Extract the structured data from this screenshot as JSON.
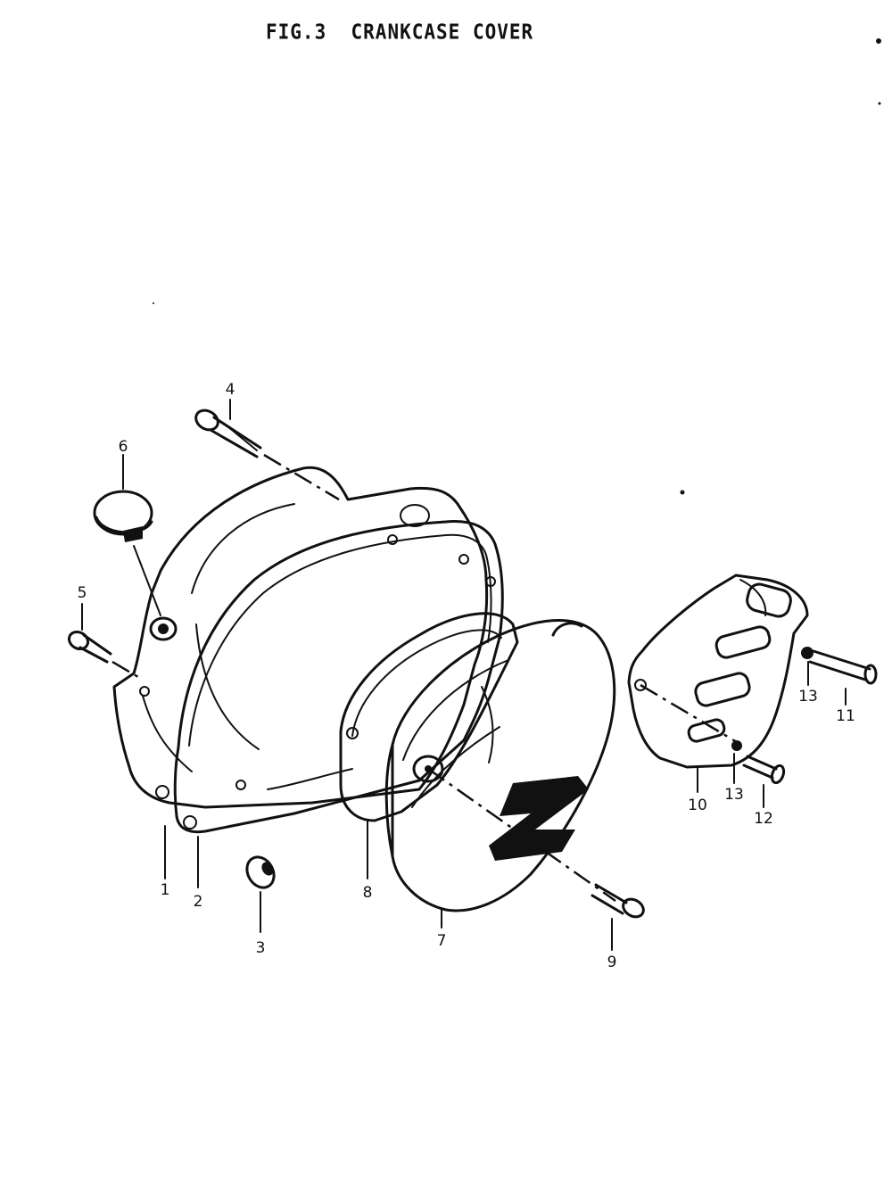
{
  "figure": {
    "number": "FIG.3",
    "title": "CRANKCASE COVER"
  },
  "callouts": [
    "1",
    "2",
    "3",
    "4",
    "5",
    "6",
    "7",
    "8",
    "9",
    "10",
    "11",
    "12",
    "13",
    "13"
  ]
}
